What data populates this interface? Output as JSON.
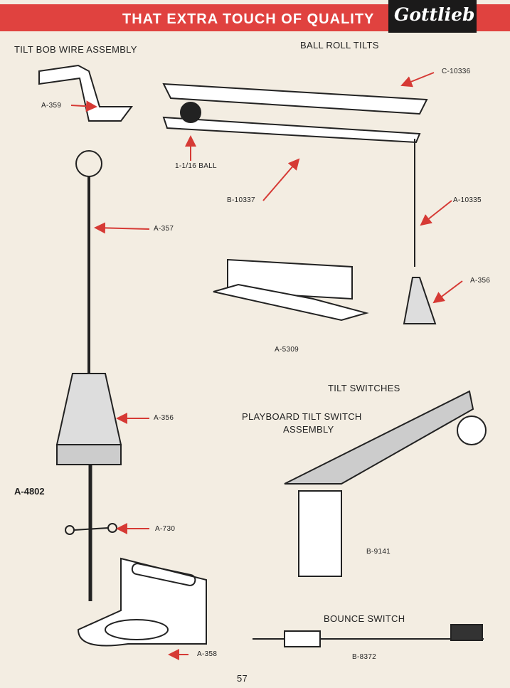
{
  "header": {
    "title": "THAT EXTRA TOUCH OF QUALITY",
    "logo": "Gottlieb",
    "accent": "#e0423f"
  },
  "sections": {
    "tilt_bob": "TILT BOB WIRE ASSEMBLY",
    "ball_roll": "BALL ROLL TILTS",
    "tilt_switches": "TILT SWITCHES",
    "playboard_1": "PLAYBOARD TILT SWITCH",
    "playboard_2": "ASSEMBLY",
    "bounce": "BOUNCE SWITCH"
  },
  "parts": {
    "a359": "A-359",
    "a357": "A-357",
    "a356_left": "A-356",
    "a4802": "A-4802",
    "a730": "A-730",
    "a358": "A-358",
    "c10336": "C-10336",
    "ball": "1-1/16 BALL",
    "b10337": "B-10337",
    "a10335": "A-10335",
    "a356_right": "A-356",
    "a5309": "A-5309",
    "b9141": "B-9141",
    "b8372": "B-8372"
  },
  "page_number": "57"
}
